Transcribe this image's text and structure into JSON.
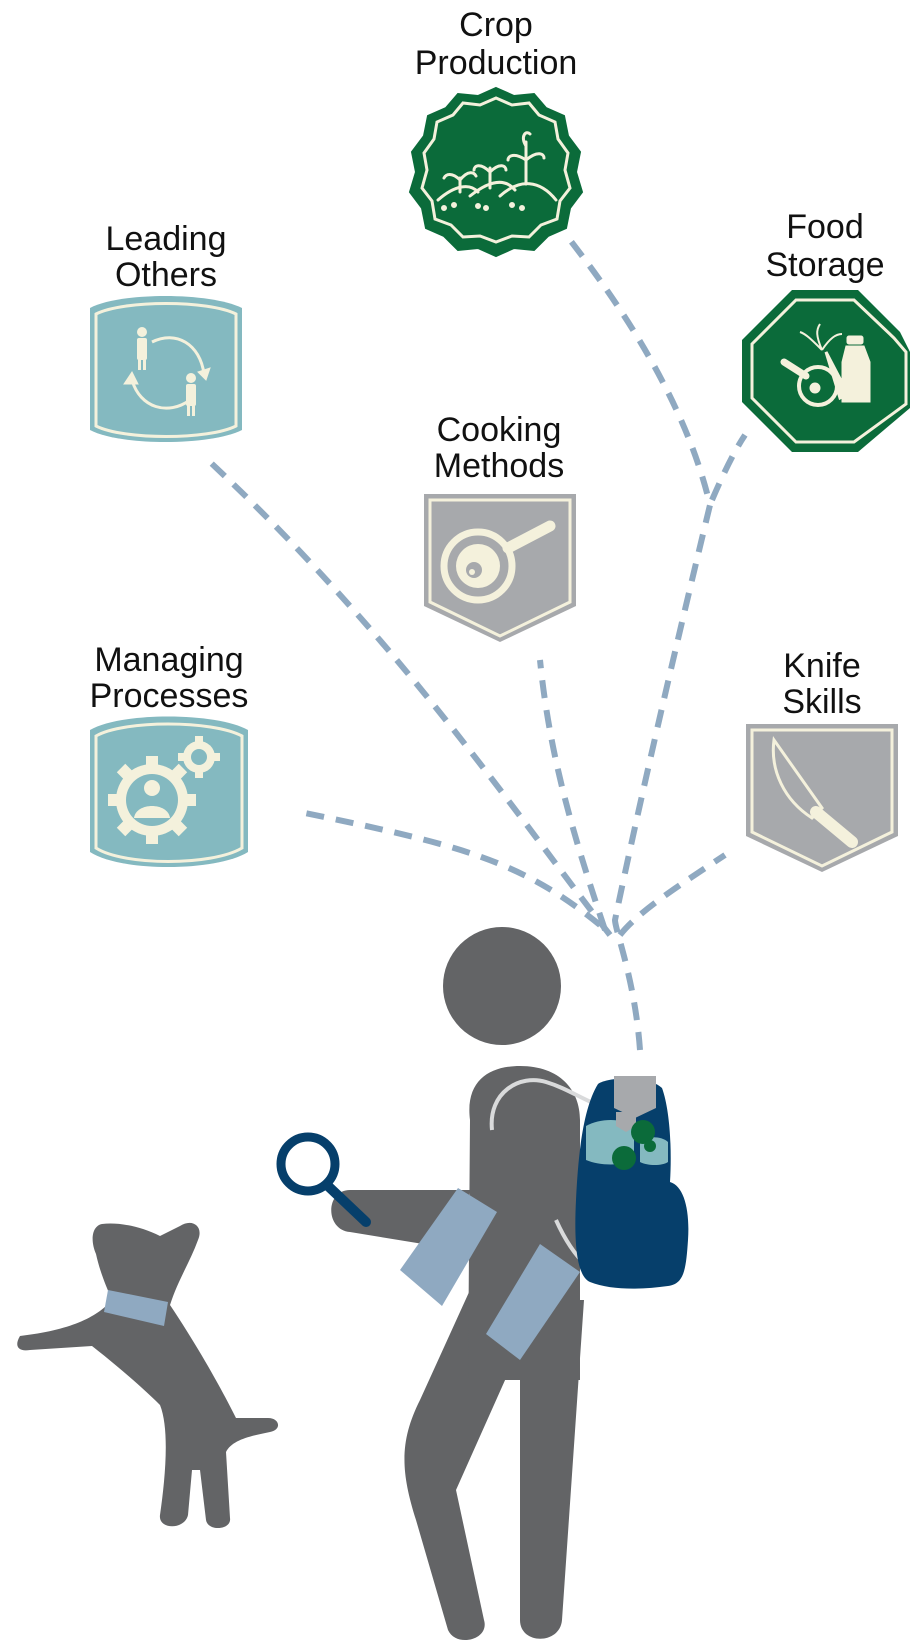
{
  "badges": {
    "crop_production": {
      "line1": "Crop",
      "line2": "Production"
    },
    "food_storage": {
      "line1": "Food",
      "line2": "Storage"
    },
    "leading_others": {
      "line1": "Leading",
      "line2": "Others"
    },
    "cooking_methods": {
      "line1": "Cooking",
      "line2": "Methods"
    },
    "managing_processes": {
      "line1": "Managing",
      "line2": "Processes"
    },
    "knife_skills": {
      "line1": "Knife",
      "line2": "Skills"
    }
  },
  "colors": {
    "dark_green": "#0b6b3a",
    "teal": "#84b9c0",
    "gray_badge": "#a7a9ac",
    "cream": "#f4f1dc",
    "person": "#636466",
    "navy": "#063f6b",
    "trail": "#8fa9c1",
    "pale_blue": "#8fa9c1"
  },
  "icons": {
    "crop_production": "seedlings-icon",
    "food_storage": "food-storage-icon",
    "leading_others": "people-cycle-icon",
    "cooking_methods": "frying-pan-icon",
    "managing_processes": "gears-person-icon",
    "knife_skills": "knife-icon",
    "magnifier": "magnifying-glass-icon"
  }
}
